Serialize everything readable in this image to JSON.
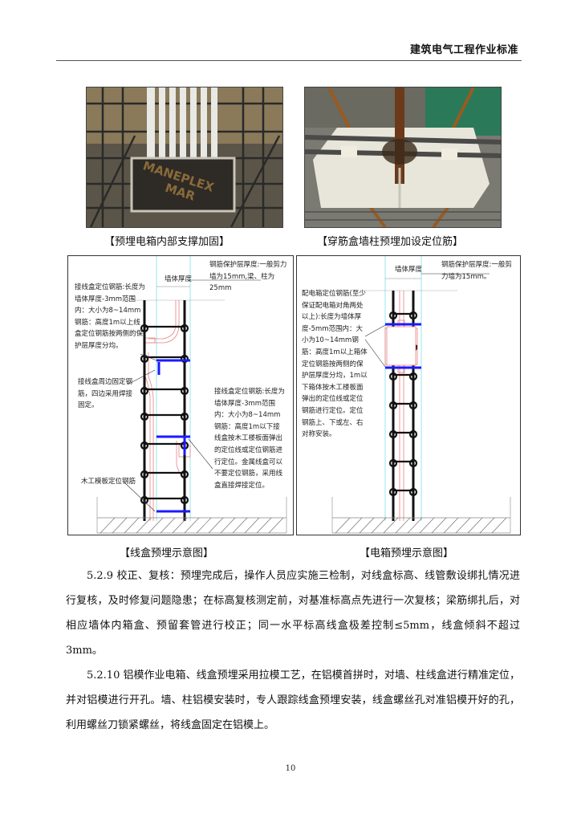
{
  "header": {
    "title": "建筑电气工程作业标准"
  },
  "photos": [
    {
      "caption": "【预埋电箱内部支撑加固】",
      "overlay_text": "MANEPLEX",
      "icon": "photo-electric-box-support"
    },
    {
      "caption": "【穿筋盒墙柱预埋加设定位筋】",
      "icon": "photo-rebar-through-box"
    }
  ],
  "diagrams": [
    {
      "caption": "【线盒预埋示意图】",
      "labels": {
        "wall_thickness": "墙体厚度",
        "cover_thickness": "钢筋保护层厚度:一般剪力墙为15mm,梁、柱为25mm",
        "positioning_bar_top": "接线盒定位钢筋:长度为墙体厚度-3mm范围内：大小为8~14mm钢筋：高度1m以上线盒定位钢筋按两侧的保护层厚度分均。",
        "perimeter_fix": "接线盒周边固定钢筋，四边采用焊接固定。",
        "positioning_bar_right": "接线盒定位钢筋:长度为墙体厚度-3mm范围内：大小为8~14mm钢筋：高度1m以下接线盒按木工楼板面弹出的定位线或定位钢筋进行定位。金属线盒可以不要定位钢筋，采用线盒直接焊接定位。",
        "formwork_bar": "木工模板定位钢筋"
      }
    },
    {
      "caption": "【电箱预埋示意图】",
      "labels": {
        "wall_thickness": "墙体厚度",
        "cover_thickness": "钢筋保护层厚度:一般剪力墙为15mm。",
        "positioning_bar": "配电箱定位钢筋(至少保证配电箱对角两处以上):长度为墙体厚度-5mm范围内：大小为10~14mm钢筋：高度1m以上箱体定位钢筋按两侧的保护层厚度分均，1m以下箱体按木工楼板面弹出的定位线或定位钢筋进行定位。定位钢筋上、下或左、右对称安装。"
      }
    }
  ],
  "paragraphs": [
    "5.2.9 校正、复核：预埋完成后，操作人员应实施三检制，对线盒标高、线管敷设绑扎情况进行复核，及时修复问题隐患；在标高复核测定前，对基准标高点先进行一次复核；梁筋绑扎后，对相应墙体内箱盒、预留套管进行校正；同一水平标高线盒极差控制≤5mm，线盒倾斜不超过 3mm。",
    "5.2.10 铝模作业电箱、线盒预埋采用拉模工艺，在铝模首拼时，对墙、柱线盒进行精准定位，并对铝模进行开孔。墙、柱铝模安装时，专人跟踪线盒预埋安装，线盒螺丝孔对准铝模开好的孔，利用螺丝刀锁紧螺丝，将线盒固定在铝模上。"
  ],
  "page_number": "10",
  "colors": {
    "positioning_bar": "#1a1aff",
    "rebar": "#111111",
    "box_outline": "#e88080",
    "guide": "#80e0e8"
  }
}
